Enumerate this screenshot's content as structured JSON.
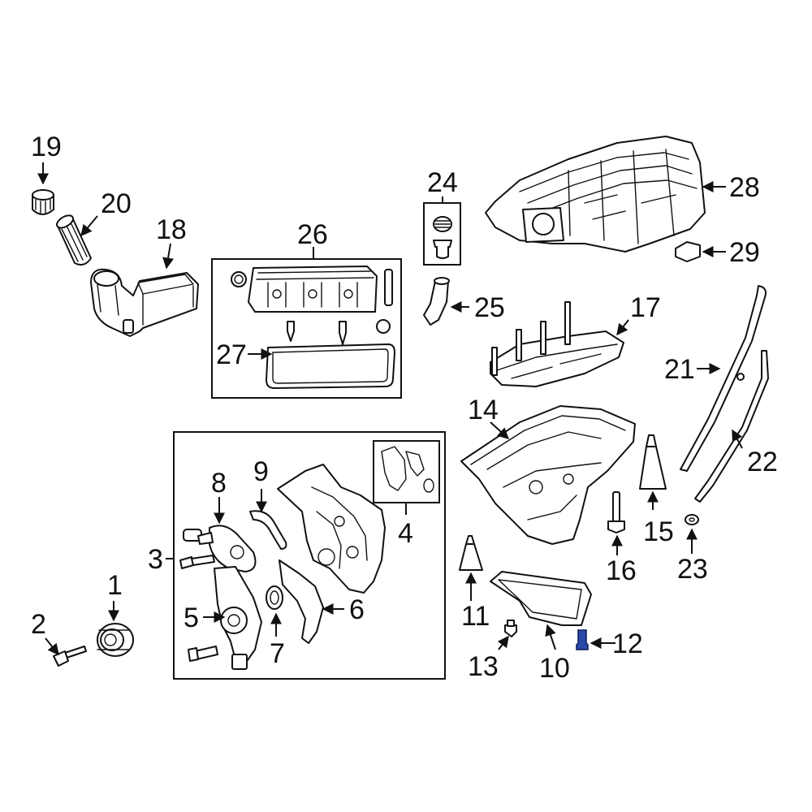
{
  "callouts": {
    "c1": "1",
    "c2": "2",
    "c3": "3",
    "c4": "4",
    "c5": "5",
    "c6": "6",
    "c7": "7",
    "c8": "8",
    "c9": "9",
    "c10": "10",
    "c11": "11",
    "c12": "12",
    "c13": "13",
    "c14": "14",
    "c15": "15",
    "c16": "16",
    "c17": "17",
    "c18": "18",
    "c19": "19",
    "c20": "20",
    "c21": "21",
    "c22": "22",
    "c23": "23",
    "c24": "24",
    "c25": "25",
    "c26": "26",
    "c27": "27",
    "c28": "28",
    "c29": "29"
  },
  "highlight_color": "#2a48a8",
  "line_color": "#111111"
}
